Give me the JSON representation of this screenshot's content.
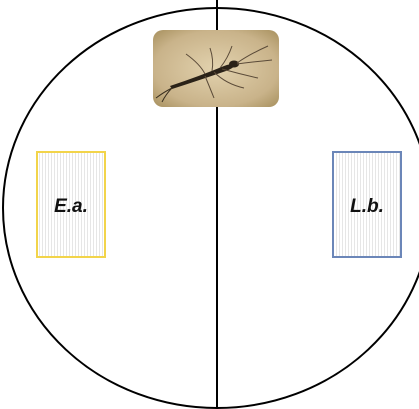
{
  "diagram": {
    "insect_photo": {
      "icon": "stonefly-insect-photo",
      "background_color": "#c9b38a"
    },
    "left_sample": {
      "label": "E.a.",
      "border_color": "#f2d44a"
    },
    "right_sample": {
      "label": "L.b.",
      "border_color": "#6b86b8"
    }
  }
}
